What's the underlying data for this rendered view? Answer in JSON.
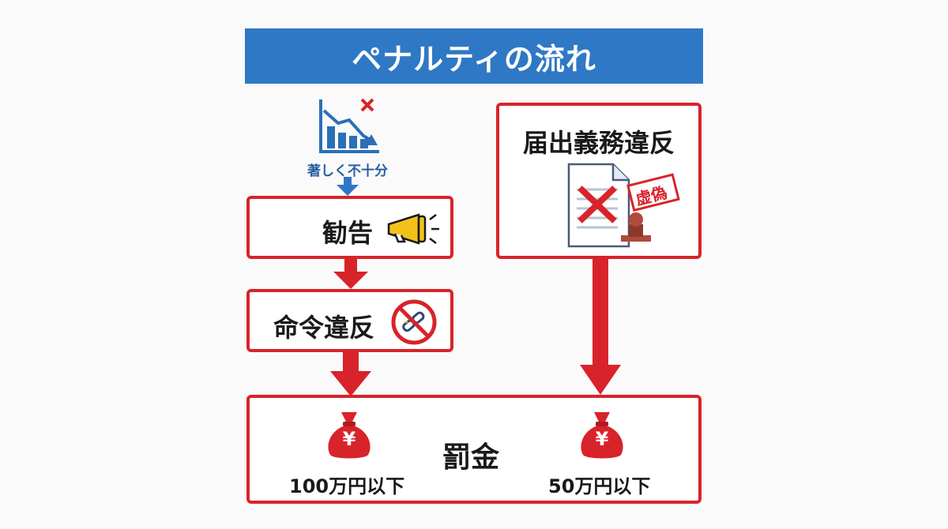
{
  "title": "ペナルティの流れ",
  "left_flow": {
    "trigger_label": "著しく不十分",
    "step1": "勧告",
    "step2": "命令違反"
  },
  "right_flow": {
    "step1": "届出義務違反",
    "stamp_text": "虚偽"
  },
  "result": {
    "label": "罰金",
    "left_amount": "100万円以下",
    "right_amount": "50万円以下",
    "currency_symbol": "¥"
  },
  "colors": {
    "accent_red": "#d8232a",
    "title_blue": "#2f78c5",
    "chart_blue": "#2a6fb8",
    "megaphone_yellow": "#f2c21b"
  },
  "icons": [
    "declining-chart-icon",
    "megaphone-icon",
    "no-chain-icon",
    "forged-document-icon",
    "money-bag-icon"
  ]
}
